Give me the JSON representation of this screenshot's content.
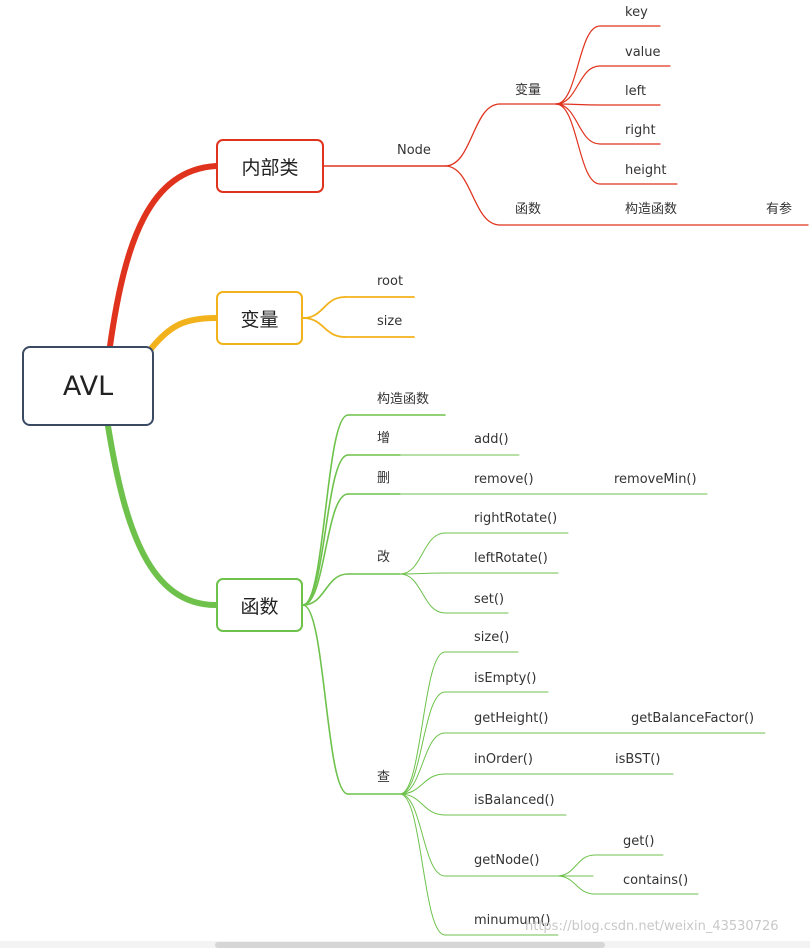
{
  "colors": {
    "red": "#e0331e",
    "yellow": "#f2b21b",
    "green": "#6ec24c",
    "root_border": "#3b4a63"
  },
  "root": "AVL",
  "branches": {
    "inner_class": {
      "label": "内部类",
      "node": "Node",
      "variables": {
        "label": "变量",
        "items": [
          "key",
          "value",
          "left",
          "right",
          "height"
        ]
      },
      "functions": {
        "label": "函数",
        "child": "构造函数",
        "grandchild": "有参"
      }
    },
    "variables": {
      "label": "变量",
      "items": [
        "root",
        "size"
      ]
    },
    "functions": {
      "label": "函数",
      "constructor": "构造函数",
      "add": {
        "label": "增",
        "items": [
          "add()"
        ]
      },
      "remove": {
        "label": "删",
        "item": "remove()",
        "child": "removeMin()"
      },
      "update": {
        "label": "改",
        "items": [
          "rightRotate()",
          "leftRotate()",
          "set()"
        ]
      },
      "query": {
        "label": "查",
        "size": "size()",
        "isEmpty": "isEmpty()",
        "getHeight": "getHeight()",
        "getBalanceFactor": "getBalanceFactor()",
        "inOrder": "inOrder()",
        "isBST": "isBST()",
        "isBalanced": "isBalanced()",
        "getNode": "getNode()",
        "getNode_children": [
          "get()",
          "contains()"
        ],
        "minumum": "minumum()"
      }
    }
  },
  "watermark": "https://blog.csdn.net/weixin_43530726"
}
